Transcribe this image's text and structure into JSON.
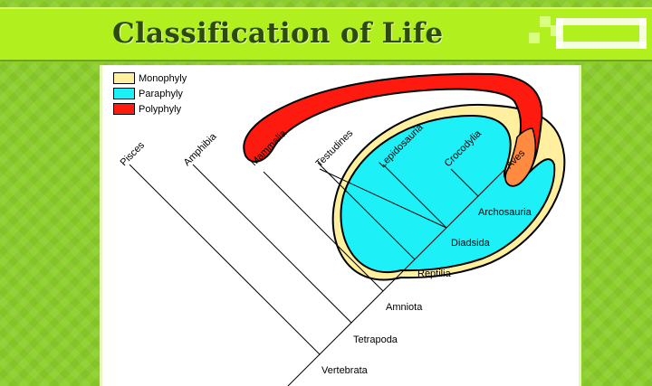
{
  "banner": {
    "title": "Classification of Life"
  },
  "legend": [
    {
      "label": "Monophyly",
      "color": "#ffef9e"
    },
    {
      "label": "Paraphyly",
      "color": "#1ef0f8"
    },
    {
      "label": "Polyphyly",
      "color": "#ff1a10"
    }
  ],
  "taxa": {
    "pisces": "Pisces",
    "amphibia": "Amphibia",
    "mammalia": "Mammalia",
    "testudines": "Testudines",
    "lepidosauria": "Lepidosauria",
    "crocodylia": "Crocodylia",
    "aves": "Aves"
  },
  "clades": {
    "archosauria": "Archosauria",
    "diadsida": "Diadsida",
    "reptilia": "Reptilia",
    "amniota": "Amniota",
    "tetrapoda": "Tetrapoda",
    "vertebrata": "Vertebrata"
  },
  "colors": {
    "monophyly": "#ffef9e",
    "paraphyly": "#1ef0f8",
    "polyphyly": "#ff1a10",
    "banner_green": "#b2ef1e",
    "background_green": "#8ccf2a",
    "title_text": "#2d4a12"
  }
}
